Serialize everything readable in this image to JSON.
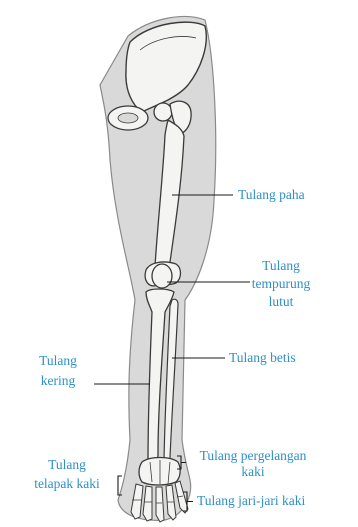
{
  "labels": {
    "femur": "Tulang paha",
    "patella": [
      "Tulang",
      "tempurung",
      "lutut"
    ],
    "fibula": "Tulang betis",
    "tibia": [
      "Tulang",
      "kering"
    ],
    "tarsals": [
      "Tulang pergelangan",
      "kaki"
    ],
    "metatarsals": [
      "Tulang",
      "telapak kaki"
    ],
    "phalanges": "Tulang jari-jari kaki"
  },
  "colors": {
    "label_text": "#2e8fc8",
    "leader_line": "#1a1a1a",
    "leg_fill": "#d9d9d9",
    "leg_outline": "#8a8a8a",
    "bone_fill": "#f4f4f2",
    "bone_outline": "#3a3a3a"
  }
}
